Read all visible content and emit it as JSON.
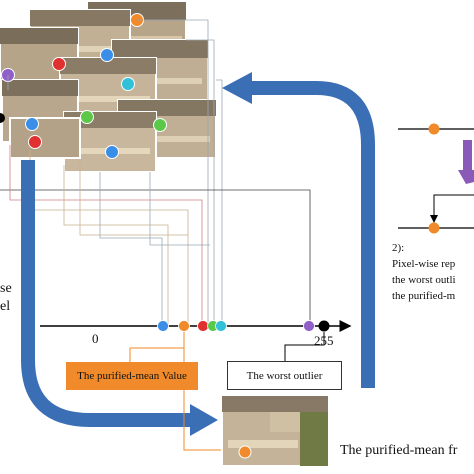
{
  "axis": {
    "min_label": "0",
    "max_label": "255"
  },
  "labels": {
    "purified_mean_value": "The purified-mean Value",
    "worst_outlier": "The worst outlier",
    "purified_mean_frame": "The purified-mean fr",
    "step2_number": "2):",
    "step2_line1": "Pixel-wise rep",
    "step2_line2": "the worst outli",
    "step2_line3": "the purified-m",
    "left_fragment_1": "se",
    "left_fragment_2": "el"
  },
  "colors": {
    "arrow_blue": "#3a6fb5",
    "label_orange": "#f08a2a",
    "step_arrow_purple": "#8a5ab8",
    "dot_orange": "#f08a2a",
    "dot_blue": "#3a8ee8",
    "dot_red": "#e03030",
    "dot_green": "#5cc84a",
    "dot_cyan": "#30c0d8",
    "dot_purple": "#9060c8",
    "dot_black": "#000000"
  }
}
